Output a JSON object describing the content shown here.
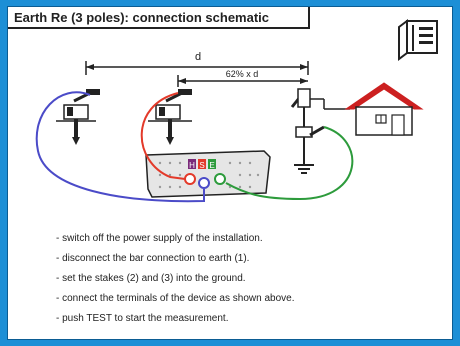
{
  "window": {
    "title": "Earth Re (3 poles): connection schematic"
  },
  "diagram": {
    "distance_label": "d",
    "ratio_label": "62% x d",
    "terminals": [
      "E",
      "S",
      "H"
    ]
  },
  "instructions": [
    "- switch off the power supply of the installation.",
    "- disconnect the bar connection to earth (1).",
    "- set the stakes (2) and (3) into the ground.",
    "- connect the terminals of the device as shown above.",
    "- push TEST to start the measurement."
  ],
  "colors": {
    "frame": "#1d8fd6",
    "wire_red": "#e33a2a",
    "wire_blue": "#4b4bc8",
    "wire_green": "#2d9b3c",
    "house_roof": "#cc2020"
  },
  "icons": {
    "help": "book-icon"
  }
}
